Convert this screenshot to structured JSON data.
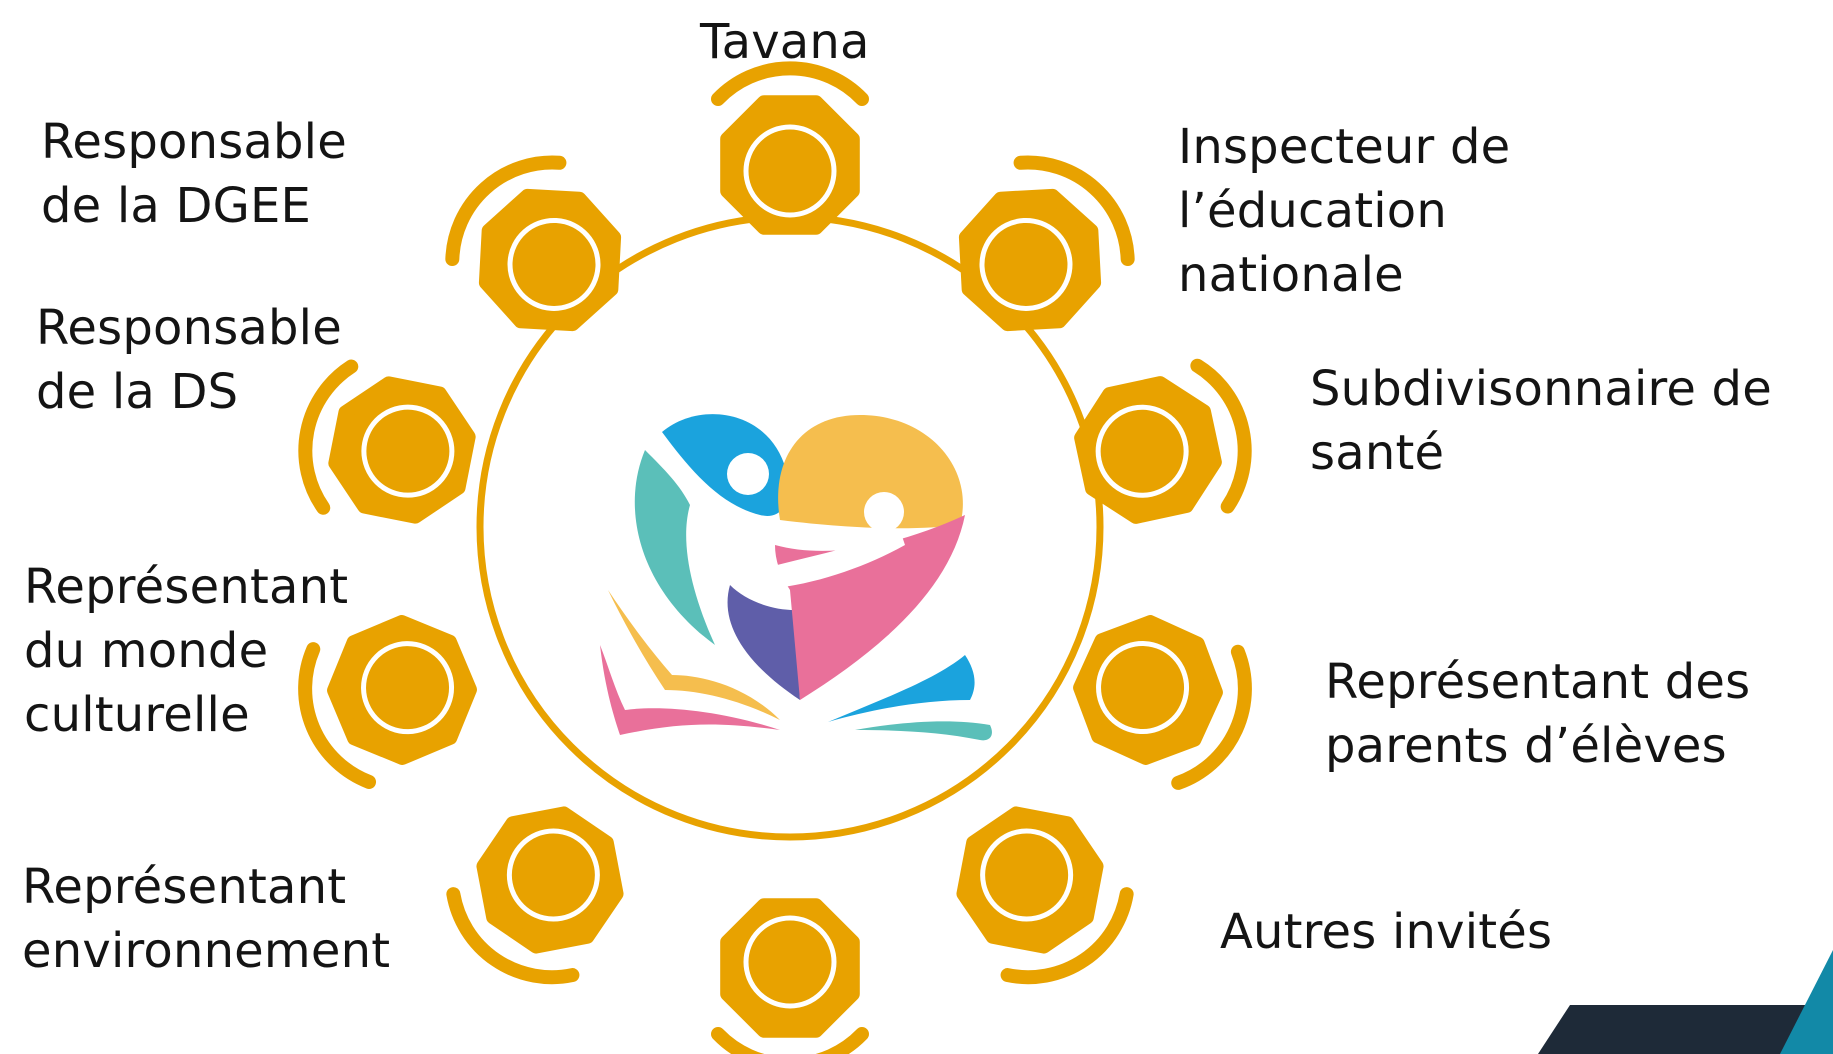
{
  "participants": [
    {
      "id": "tavana",
      "label": "Tavana"
    },
    {
      "id": "inspecteur",
      "label": "Inspecteur de\nl’éducation\nnationale"
    },
    {
      "id": "subdivisionnaire",
      "label": "Subdivisonnaire de\nsanté"
    },
    {
      "id": "parents",
      "label": "Représentant des\nparents d’élèves"
    },
    {
      "id": "autres",
      "label": "Autres invités"
    },
    {
      "id": "environnement",
      "label": "Représentant\nenvironnement"
    },
    {
      "id": "culture",
      "label": "Représentant\ndu monde\nculturelle"
    },
    {
      "id": "ds",
      "label": "Responsable\nde la DS"
    },
    {
      "id": "dgee",
      "label": "Responsable\nde la DGEE"
    }
  ],
  "colors": {
    "seat": "#E8A200",
    "table_ring": "#E8A200",
    "text": "#141414",
    "logo_blue": "#1BA3DD",
    "logo_yellow": "#F5BE4E",
    "logo_teal": "#5BBFB9",
    "logo_pink": "#E9709A",
    "logo_purple": "#5F5EA9",
    "corner_dark": "#1E2A38",
    "corner_teal": "#1289A7"
  },
  "icons": {
    "seat": "chair-seat-icon",
    "logo": "heart-book-family-logo"
  }
}
